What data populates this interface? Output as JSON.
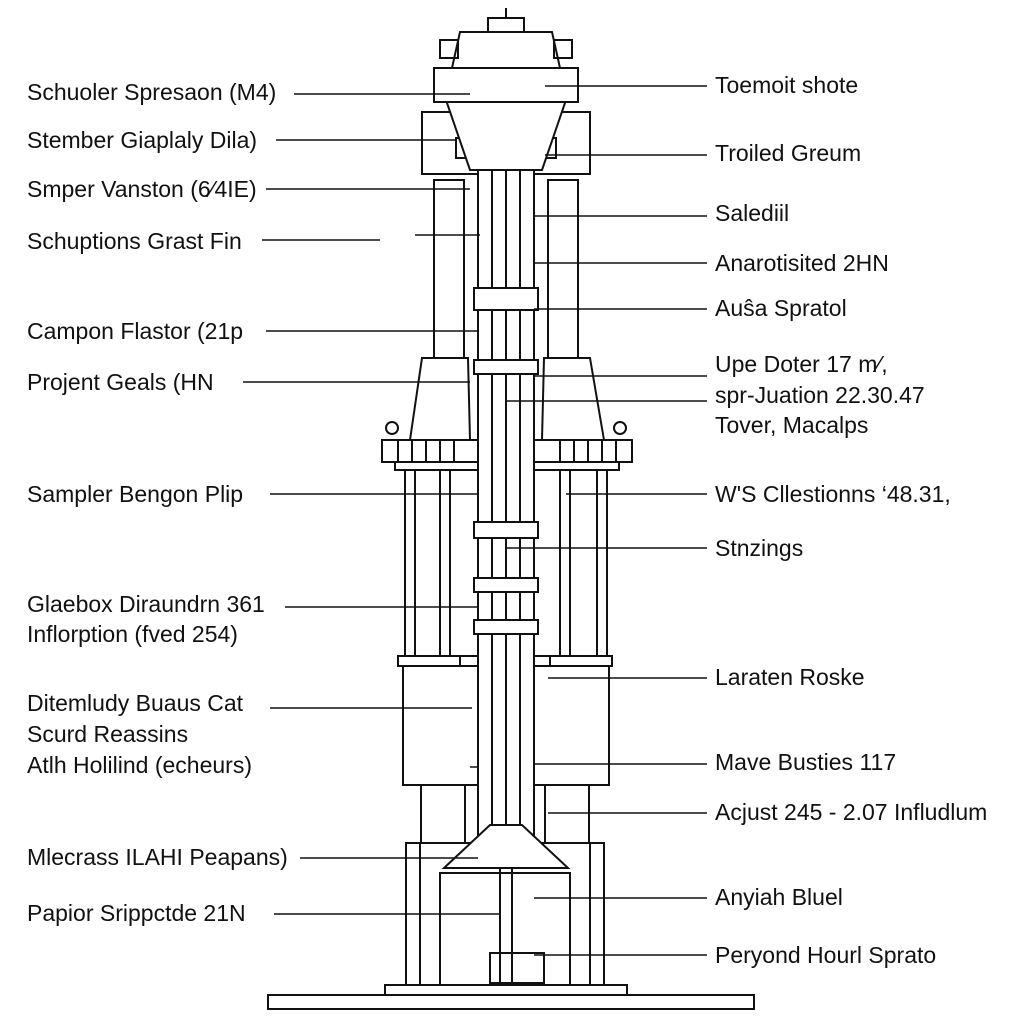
{
  "diagram": {
    "left_labels": [
      {
        "id": "l1",
        "text": "Schuoler Spresaon (M4)"
      },
      {
        "id": "l2",
        "text": "Stember Giaplaly Dila)"
      },
      {
        "id": "l3",
        "text": "Smper Vanston (6⁄4IE)"
      },
      {
        "id": "l4",
        "text": "Schuptions Grast Fin"
      },
      {
        "id": "l5",
        "text": "Campon Flastor (21p"
      },
      {
        "id": "l6",
        "text": "Projent Geals (HN"
      },
      {
        "id": "l7",
        "text": "Sampler Bengon Plip"
      },
      {
        "id": "l8",
        "text": "Glaebox Diraundrn 361"
      },
      {
        "id": "l9",
        "text": "Inflorption (fved 254)"
      },
      {
        "id": "l10",
        "text": "Ditemludy Buaus Cat"
      },
      {
        "id": "l11",
        "text": "Scurd Reassins"
      },
      {
        "id": "l12",
        "text": "Atlh Holilind (echeurs)"
      },
      {
        "id": "l13",
        "text": "Mlecrass ILAHI Peapans)"
      },
      {
        "id": "l14",
        "text": "Papior Srippctde 21N"
      }
    ],
    "right_labels": [
      {
        "id": "r1",
        "text": "Toemoit shote"
      },
      {
        "id": "r2",
        "text": "Troiled Greum"
      },
      {
        "id": "r3",
        "text": "Salediil"
      },
      {
        "id": "r4",
        "text": "Anarotisited 2HN"
      },
      {
        "id": "r5",
        "text": "Auŝa Spratol"
      },
      {
        "id": "r6",
        "text": "Upe Doter 17 m⁄,"
      },
      {
        "id": "r7",
        "text": "spr-Juation 22.30.47"
      },
      {
        "id": "r8",
        "text": "Tover, Macalps"
      },
      {
        "id": "r9",
        "text": "W'S Cllestionns ‘48.31,"
      },
      {
        "id": "r10",
        "text": "Stnzings"
      },
      {
        "id": "r11",
        "text": "Laraten Roske"
      },
      {
        "id": "r12",
        "text": "Mave Busties 117"
      },
      {
        "id": "r13",
        "text": "Acjust 245 - 2.07 Infludlum"
      },
      {
        "id": "r14",
        "text": "Anyiah Bluel"
      },
      {
        "id": "r15",
        "text": "Peryond Hourl Sprato"
      }
    ]
  }
}
